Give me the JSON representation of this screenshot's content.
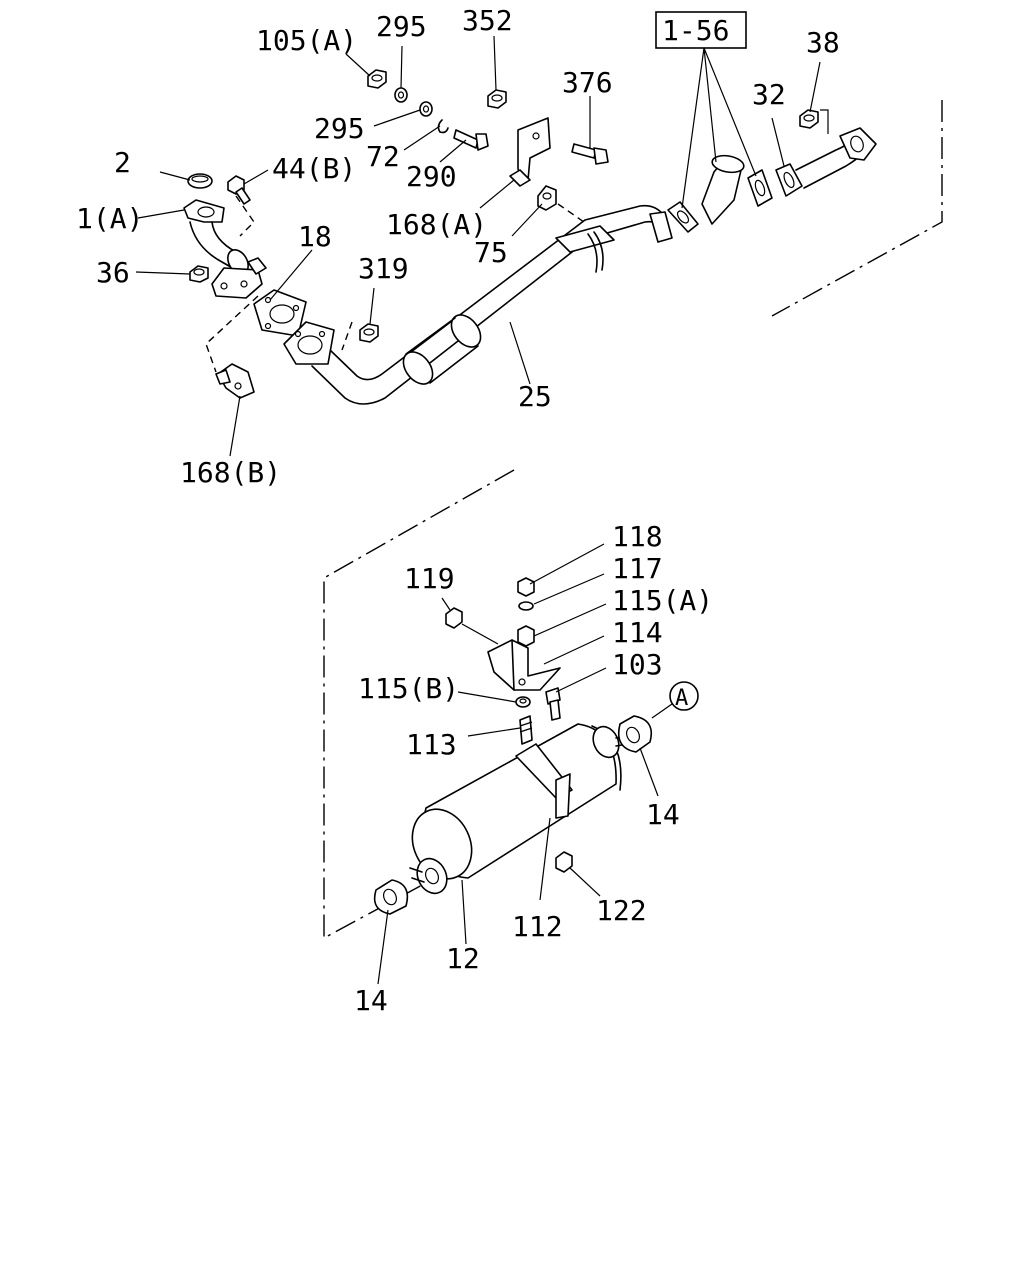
{
  "labels": {
    "l105a": "105(A)",
    "l295a": "295",
    "l352": "352",
    "l156": "1-56",
    "l38": "38",
    "l376": "376",
    "l32": "32",
    "l295b": "295",
    "l72": "72",
    "l2": "2",
    "l44b": "44(B)",
    "l290": "290",
    "l1a": "1(A)",
    "l168a": "168(A)",
    "l18": "18",
    "l75": "75",
    "l36": "36",
    "l319": "319",
    "l25": "25",
    "l168b": "168(B)",
    "l118": "118",
    "l117": "117",
    "l119": "119",
    "l115a": "115(A)",
    "l114": "114",
    "l103": "103",
    "l115b": "115(B)",
    "l113": "113",
    "lA": "A",
    "l14a": "14",
    "l112": "112",
    "l122": "122",
    "l12": "12",
    "l14b": "14"
  }
}
